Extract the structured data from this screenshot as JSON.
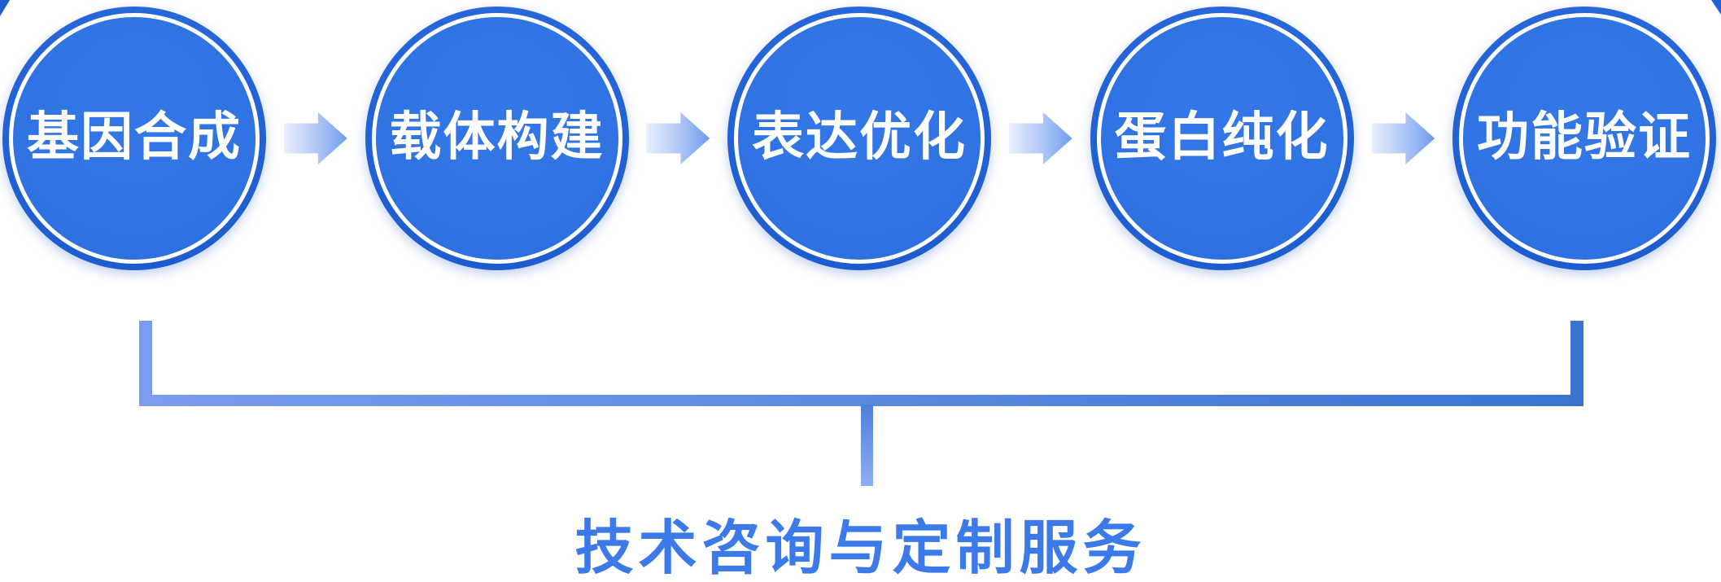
{
  "flow": {
    "steps": [
      {
        "label": "基因合成"
      },
      {
        "label": "载体构建"
      },
      {
        "label": "表达优化"
      },
      {
        "label": "蛋白纯化"
      },
      {
        "label": "功能验证"
      }
    ],
    "bottom_label": "技术咨询与定制服务"
  },
  "icons": {
    "between_steps": "arrow-right-icon"
  },
  "colors": {
    "circle_fill": "#3074e4",
    "circle_rim": "#1d5ccf",
    "circle_ring": "#ffffff",
    "circle_text": "#ffffff",
    "arrow_gradient_start": "#e9f0fd",
    "arrow_gradient_end": "#6f9bee",
    "bracket_gradient_left": "#7b9cee",
    "bracket_gradient_right": "#3a74d0",
    "stem_gradient_top": "#4c80db",
    "stem_gradient_bottom": "#8faef3",
    "bottom_label_text": "#3b7ae8",
    "background": "#ffffff"
  }
}
